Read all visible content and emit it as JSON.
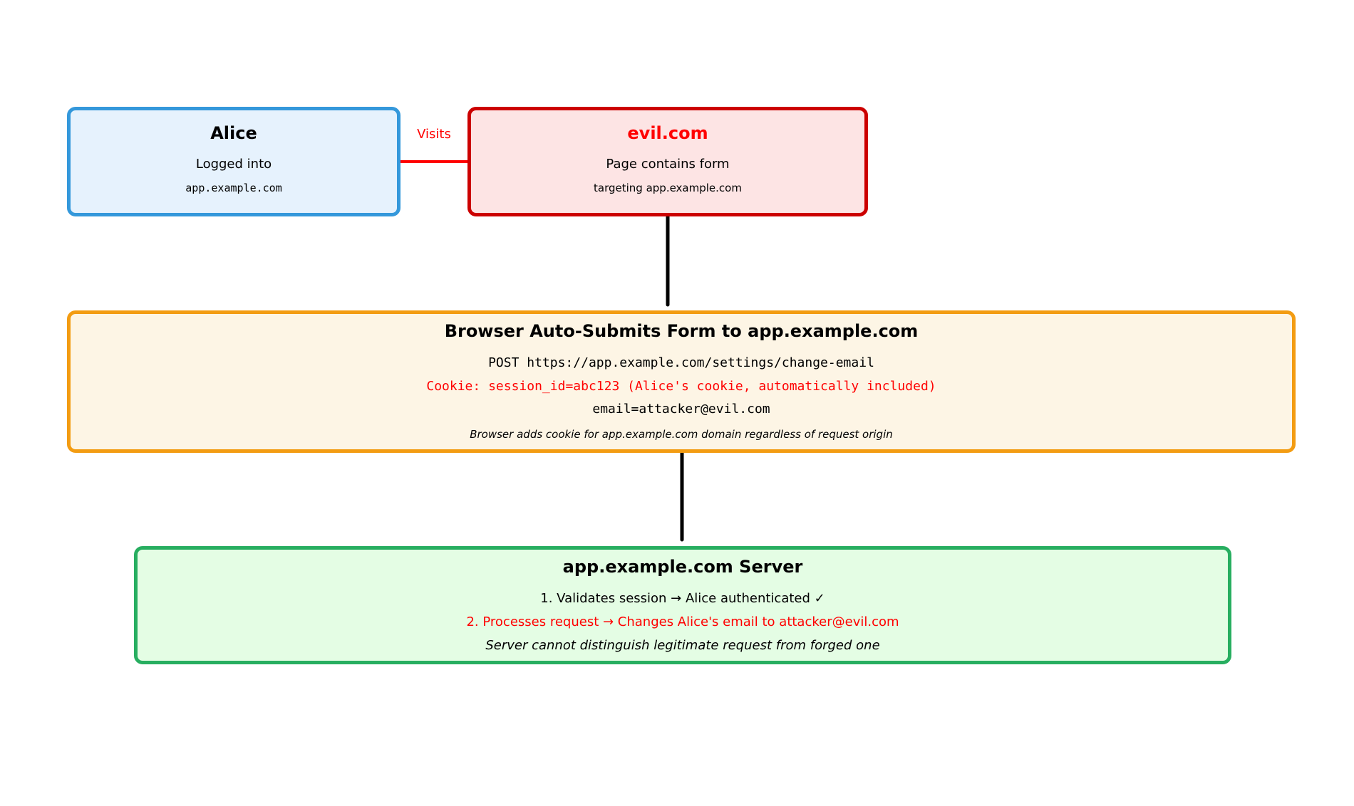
{
  "colors": {
    "alice_border": "#3498db",
    "alice_fill": "#e6f2fd",
    "evil_border": "#cc0000",
    "evil_fill": "#fde4e4",
    "browser_border": "#f39c12",
    "browser_fill": "#fdf5e5",
    "server_border": "#27ae60",
    "server_fill": "#e4fde4",
    "highlight_red": "#ff0000",
    "arrow_black": "#000000"
  },
  "alice": {
    "title": "Alice",
    "line1": "Logged into",
    "line2": "app.example.com"
  },
  "evil": {
    "title": "evil.com",
    "line1": "Page contains form",
    "line2": "targeting app.example.com"
  },
  "edge_visits": {
    "label": "Visits"
  },
  "browser": {
    "title": "Browser Auto-Submits Form to app.example.com",
    "request_line": "POST https://app.example.com/settings/change-email",
    "cookie_line": "Cookie: session_id=abc123 (Alice's cookie, automatically included)",
    "body_line": "email=attacker@evil.com",
    "note": "Browser adds cookie for app.example.com domain regardless of request origin"
  },
  "server": {
    "title": "app.example.com Server",
    "step1": "1. Validates session → Alice authenticated ✓",
    "step2": "2. Processes request → Changes Alice's email to attacker@evil.com",
    "note": "Server cannot distinguish legitimate request from forged one"
  }
}
